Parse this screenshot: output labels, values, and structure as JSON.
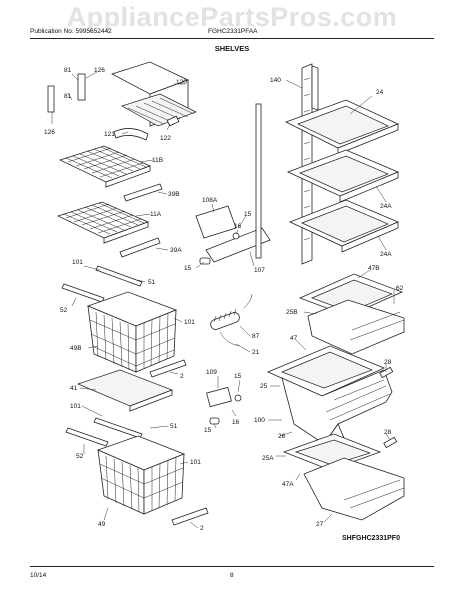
{
  "header": {
    "watermark": "AppliancePartsPros.com",
    "publication": "Publication No. 5995652442",
    "model": "FGHC2331PFAA",
    "section_title": "SHELVES"
  },
  "diagram": {
    "code": "SHFGHC2331PF0",
    "callouts": {
      "c81a": "81",
      "c126a": "126",
      "c81b": "81",
      "c126b": "126",
      "c120": "120",
      "c121": "121",
      "c122": "122",
      "c11b": "11B",
      "c39b": "39B",
      "c11a": "11A",
      "c39a": "39A",
      "c101a": "101",
      "c51a": "51",
      "c52a": "52",
      "c101b": "101",
      "c49b": "49B",
      "c2a": "2",
      "c41": "41",
      "c101c": "101",
      "c51b": "51",
      "c52b": "52",
      "c101d": "101",
      "c49": "49",
      "c2b": "2",
      "c108a": "108A",
      "c15a": "15",
      "c16a": "16",
      "c15b": "15",
      "c107": "107",
      "c87": "87",
      "c21": "21",
      "c109": "109",
      "c15c": "15",
      "c16b": "16",
      "c15d": "15",
      "c140": "140",
      "c24": "24",
      "c24a1": "24A",
      "c24a2": "24A",
      "c47b": "47B",
      "c62": "62",
      "c25b": "25B",
      "c47": "47",
      "c25": "25",
      "c28a": "28",
      "c100": "100",
      "c26": "26",
      "c28b": "28",
      "c25a": "25A",
      "c47a": "47A",
      "c27": "27"
    }
  },
  "footer": {
    "date": "10/14",
    "page": "8"
  }
}
